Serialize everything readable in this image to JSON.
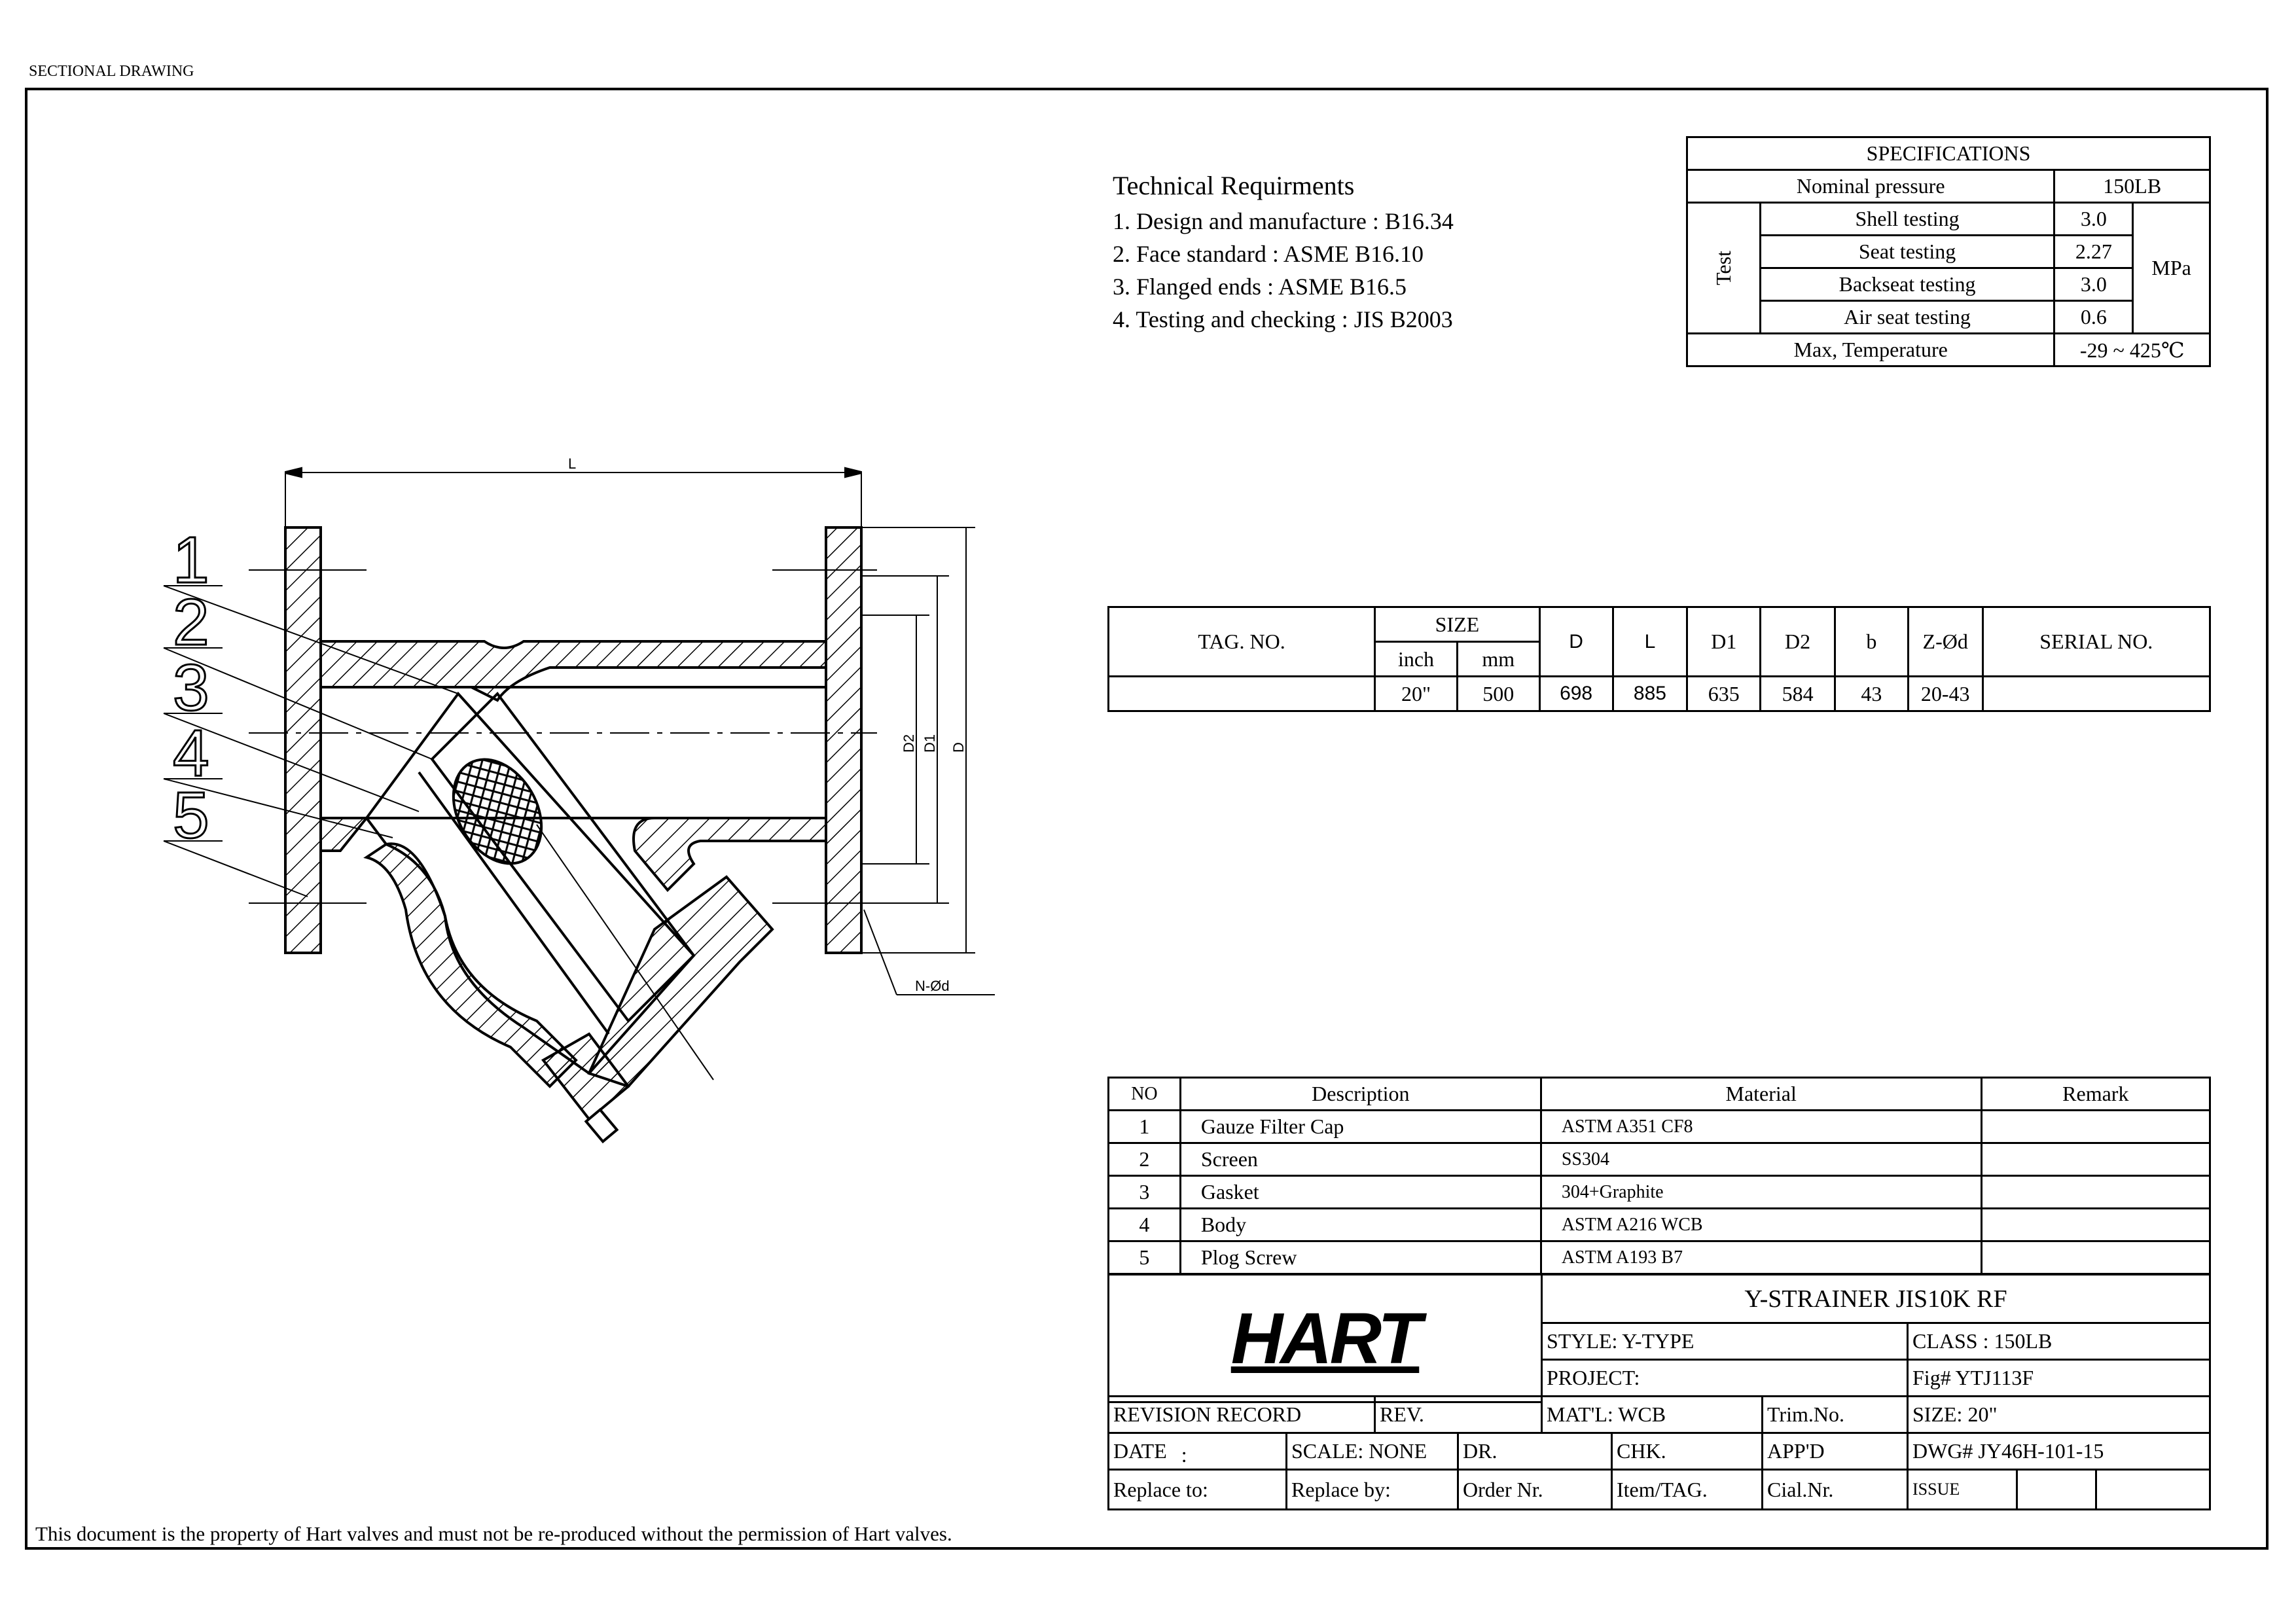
{
  "header_label": "SECTIONAL DRAWING",
  "footer_note": "This document is the property of Hart valves and must not be re-produced without the permission of Hart valves.",
  "tech_requirements": {
    "title": "Technical Requirments",
    "items": [
      "1. Design and manufacture : B16.34",
      "2. Face standard : ASME B16.10",
      "3. Flanged ends : ASME B16.5",
      "4. Testing and checking : JIS B2003"
    ]
  },
  "specifications": {
    "title": "SPECIFICATIONS",
    "nominal_pressure_label": "Nominal pressure",
    "nominal_pressure_value": "150LB",
    "test_label": "Test",
    "unit": "MPa",
    "tests": [
      {
        "label": "Shell testing",
        "value": "3.0"
      },
      {
        "label": "Seat testing",
        "value": "2.27"
      },
      {
        "label": "Backseat testing",
        "value": "3.0"
      },
      {
        "label": "Air seat testing",
        "value": "0.6"
      }
    ],
    "max_temp_label": "Max, Temperature",
    "max_temp_low": "-29",
    "max_temp_sep": "~",
    "max_temp_high": "425℃"
  },
  "size_table": {
    "headers": {
      "tag": "TAG. NO.",
      "size": "SIZE",
      "inch": "inch",
      "mm": "mm",
      "D": "D",
      "L": "L",
      "D1": "D1",
      "D2": "D2",
      "b": "b",
      "zod": "Z-Ød",
      "serial": "SERIAL NO."
    },
    "row": {
      "tag": "",
      "inch": "20\"",
      "mm": "500",
      "D": "698",
      "L": "885",
      "D1": "635",
      "D2": "584",
      "b": "43",
      "zod": "20-43",
      "serial": ""
    }
  },
  "bom": {
    "headers": {
      "no": "NO",
      "description": "Description",
      "material": "Material",
      "remark": "Remark"
    },
    "rows": [
      {
        "no": "1",
        "description": "Gauze Filter Cap",
        "material": "ASTM A351 CF8",
        "remark": ""
      },
      {
        "no": "2",
        "description": "Screen",
        "material": "SS304",
        "remark": ""
      },
      {
        "no": "3",
        "description": "Gasket",
        "material": "304+Graphite",
        "remark": ""
      },
      {
        "no": "4",
        "description": "Body",
        "material": "ASTM A216 WCB",
        "remark": ""
      },
      {
        "no": "5",
        "description": "Plog Screw",
        "material": "ASTM A193 B7",
        "remark": ""
      }
    ]
  },
  "title_block": {
    "logo": "HART",
    "product_title": "Y-STRAINER JIS10K RF",
    "style": "STYLE: Y-TYPE",
    "class": "CLASS : 150LB",
    "project": "PROJECT:",
    "fig": "Fig# YTJ113F",
    "revision_record": "REVISION RECORD",
    "rev": "REV.",
    "matl": "MAT'L: WCB",
    "trim_no": "Trim.No.",
    "size": "SIZE: 20\"",
    "date": "DATE",
    "date_colon": ":",
    "scale": "SCALE: NONE",
    "dr": "DR.",
    "chk": "CHK.",
    "appd": "APP'D",
    "dwg": "DWG#  JY46H-101-15",
    "replace_to": "Replace to:",
    "replace_by": "Replace by:",
    "order_nr": "Order Nr.",
    "item_tag": "Item/TAG.",
    "cial_nr": "Cial.Nr.",
    "issue": "ISSUE"
  },
  "drawing": {
    "balloons": [
      "1",
      "2",
      "3",
      "4",
      "5"
    ],
    "dim_L": "L",
    "dim_D2": "D2",
    "dim_D1": "D1",
    "dim_D": "D",
    "dim_nod": "N-Ød"
  }
}
